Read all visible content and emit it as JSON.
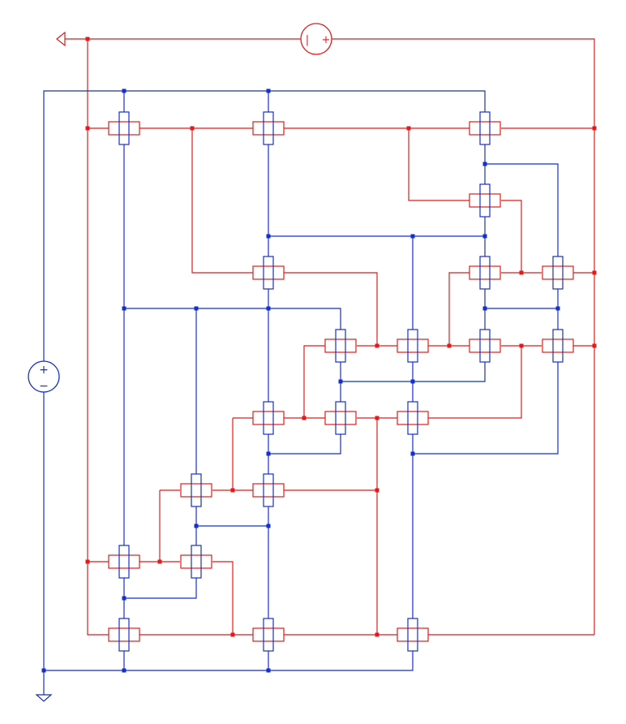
{
  "colors": {
    "red_net": "#e11b1b",
    "blue_net": "#1530c8",
    "background": "#ffffff"
  },
  "symbols": {
    "top_source": {
      "type": "ac-source",
      "glyph_left": "|",
      "glyph_right": "+"
    },
    "left_source": {
      "type": "dc-source",
      "glyph_top": "+",
      "glyph_bottom": "−"
    },
    "red_terminal": "open-triangle-left",
    "ground": "ground-triangle"
  }
}
